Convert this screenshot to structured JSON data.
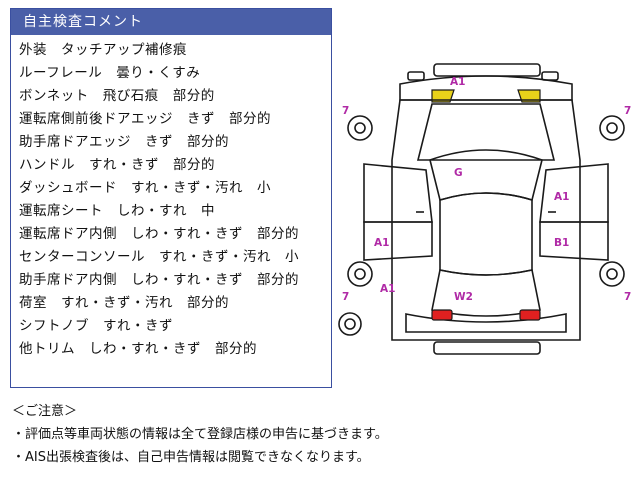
{
  "panel": {
    "title": "自主検査コメント",
    "items": [
      "外装　タッチアップ補修痕",
      "ルーフレール　曇り・くすみ",
      "ボンネット　飛び石痕　部分的",
      "運転席側前後ドアエッジ　きず　部分的",
      "助手席ドアエッジ　きず　部分的",
      "ハンドル　すれ・きず　部分的",
      "ダッシュボード　すれ・きず・汚れ　小",
      "運転席シート　しわ・すれ　中",
      "運転席ドア内側　しわ・すれ・きず　部分的",
      "センターコンソール　すれ・きず・汚れ　小",
      "助手席ドア内側　しわ・すれ・きず　部分的",
      "荷室　すれ・きず・汚れ　部分的",
      "シフトノブ　すれ・きず",
      "他トリム　しわ・すれ・きず　部分的"
    ]
  },
  "notes": {
    "heading": "＜ご注意＞",
    "line1": "・評価点等車両状態の情報は全て登録店様の申告に基づきます。",
    "line2": "・AIS出張検査後は、自己申告情報は閲覧できなくなります。"
  },
  "diagram": {
    "labels": {
      "front_bumper": "A1",
      "left_front_wheel": "7",
      "right_front_wheel": "7",
      "roof": "G",
      "right_front_door": "A1",
      "left_rear_door": "A1",
      "right_rear_door": "B1",
      "left_rear_fender": "A1",
      "left_rear_wheel": "7",
      "right_rear_wheel": "7",
      "rear_bumper": "W2"
    },
    "colors": {
      "front_lamps": "#e8d21a",
      "rear_lamps": "#e02020",
      "label": "#b02aa6",
      "panel_header": "#4a5fa8"
    }
  }
}
